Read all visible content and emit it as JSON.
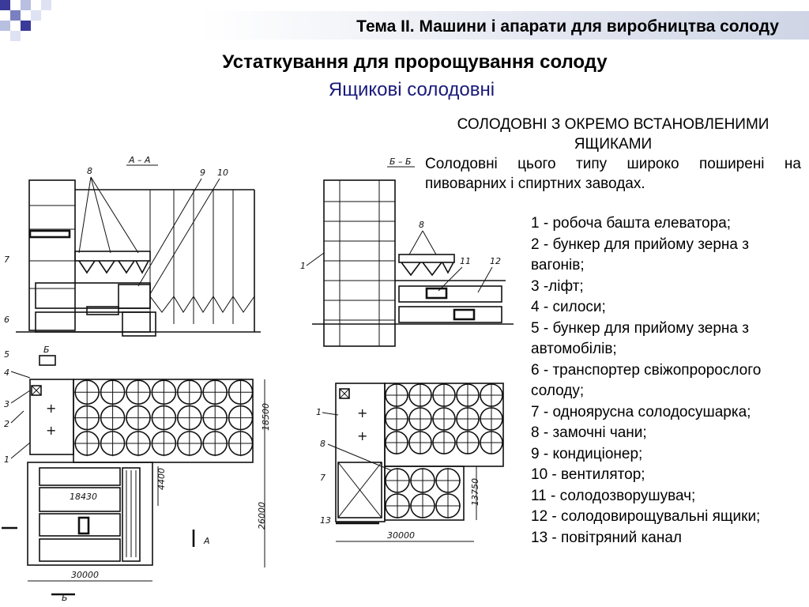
{
  "header": {
    "slide_title": "Тема ІІ. Машини і апарати для виробництва солоду"
  },
  "title": {
    "main": "Устаткування для пророщування солоду",
    "subtitle": "Ящикові солодовні"
  },
  "intro": {
    "caps_heading": "СОЛОДОВНІ З ОКРЕМО ВСТАНОВЛЕНИМИ ЯЩИКАМИ",
    "paragraph": "Солодовні цього типу широко поширені на пивоварних і спиртних заводах."
  },
  "legend": [
    "1 - робоча башта елеватора;",
    "2 - бункер для прийому зерна з вагонів;",
    "3 -ліфт;",
    "4 - силоси;",
    "5 - бункер для прийому зерна з автомобілів;",
    "6 - транспортер свіжопророслого солоду;",
    "7 - одноярусна солодосушарка;",
    "8 - замочні чани;",
    "9 - кондиціонер;",
    "10 - вентилятор;",
    "11 - солодозворушувач;",
    "12 - солодовирощувальні ящики;",
    "13 - повітряний канал"
  ],
  "drawing_labels": {
    "section_aa": "А – А",
    "section_bb": "Б – Б",
    "left_callouts": [
      "8",
      "9",
      "10",
      "7",
      "6",
      "5",
      "4",
      "3",
      "2",
      "1"
    ],
    "right_callouts": [
      "1",
      "8",
      "11",
      "12",
      "1",
      "8",
      "7",
      "13"
    ],
    "dim_18500": "18500",
    "dim_4400": "4400",
    "dim_18430": "18430",
    "dim_26000": "26000",
    "dim_30000_left": "30000",
    "dim_30000_right": "30000",
    "dim_13750": "13750",
    "mark_b_top": "Б",
    "mark_b_bottom": "Б",
    "mark_a": "А"
  }
}
